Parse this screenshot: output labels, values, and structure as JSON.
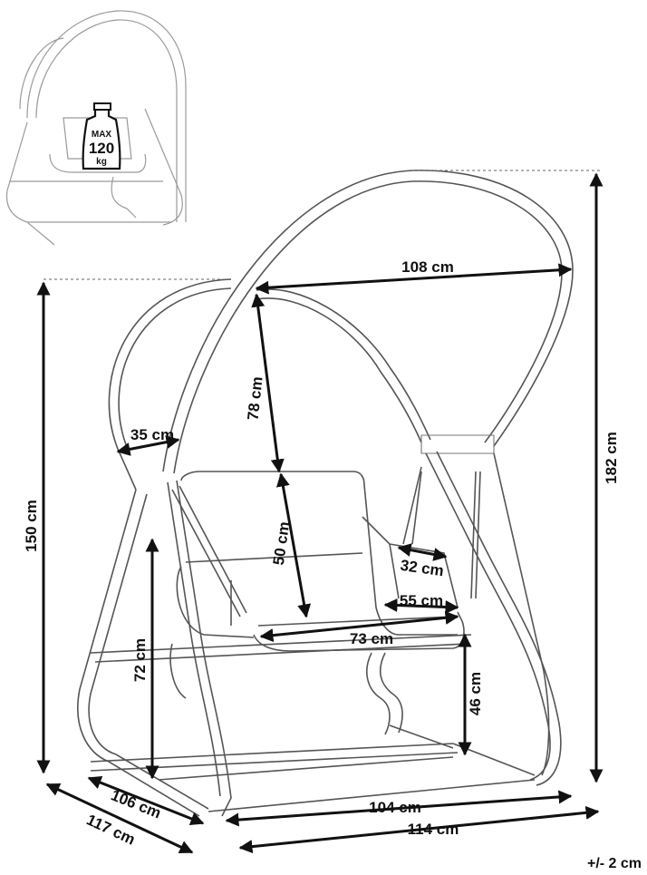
{
  "thumbnail": {
    "weight_max": "MAX",
    "weight_value": "120",
    "weight_unit": "kg"
  },
  "dimensions": {
    "canopy_width": "108 cm",
    "canopy_height": "78 cm",
    "arm_width": "35 cm",
    "back_height": "50 cm",
    "armrest_height": "32 cm",
    "seat_depth": "55 cm",
    "seat_width": "73 cm",
    "seat_height": "72 cm",
    "seat_ground": "46 cm",
    "frame_height": "150 cm",
    "total_height": "182 cm",
    "base_depth": "106 cm",
    "total_depth": "117 cm",
    "base_width": "104 cm",
    "total_width": "114 cm"
  },
  "tolerance": "+/- 2 cm",
  "colors": {
    "line": "#555555",
    "arrow": "#111111"
  }
}
